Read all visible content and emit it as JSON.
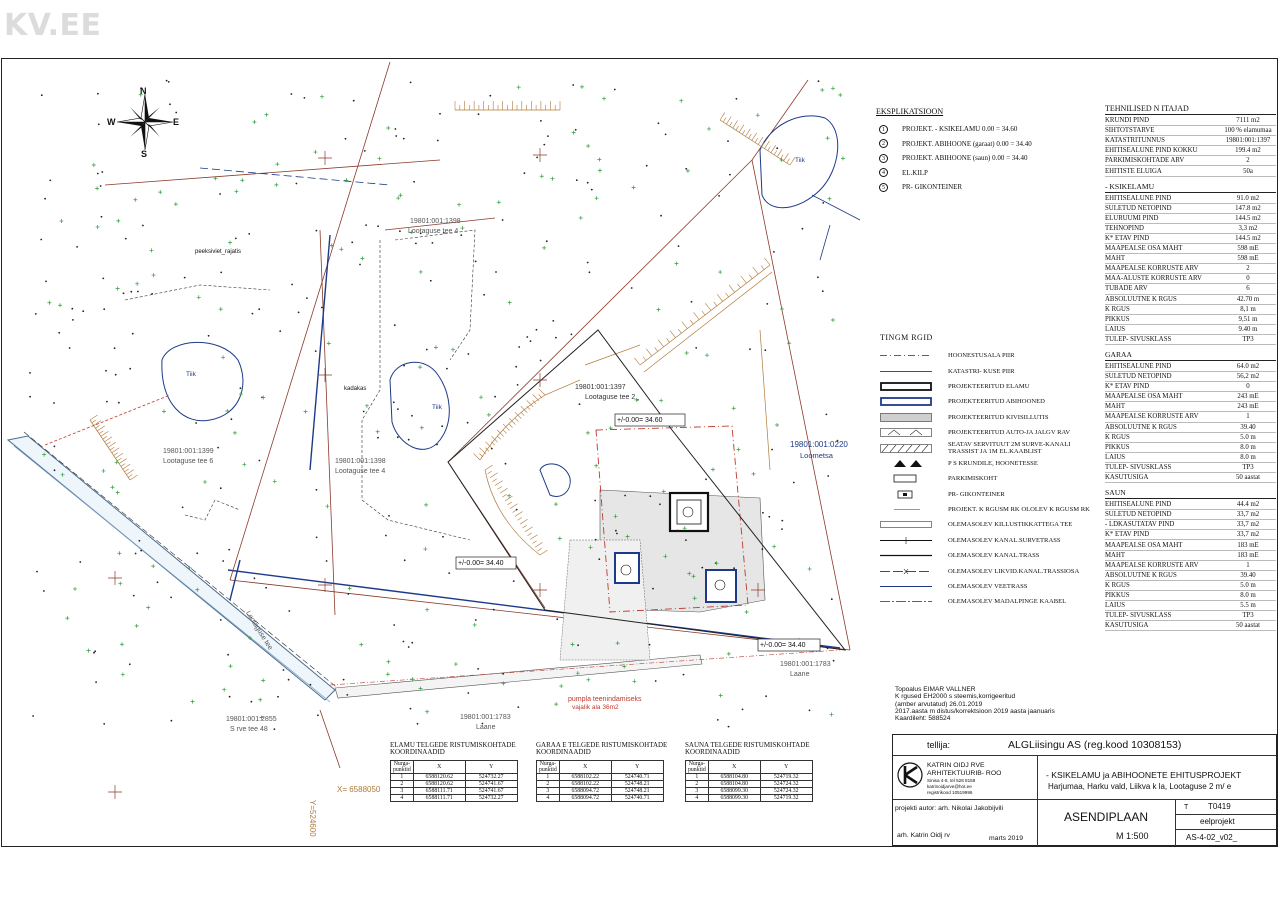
{
  "watermark": "KV.EE",
  "compass": {
    "n": "N",
    "s": "S",
    "e": "E",
    "w": "W"
  },
  "explication": {
    "title": "EKSPLIKATSIOON",
    "items": [
      {
        "num": "1",
        "text": "PROJEKT. - KSIKELAMU  0.00 = 34.60"
      },
      {
        "num": "2",
        "text": "PROJEKT. ABIHOONE (garaat)  0.00 = 34.40"
      },
      {
        "num": "3",
        "text": "PROJEKT. ABIHOONE (saun)  0.00 = 34.40"
      },
      {
        "num": "4",
        "text": "EL.KILP"
      },
      {
        "num": "5",
        "text": "PR- GIKONTEINER"
      }
    ]
  },
  "legend": {
    "title": "TINGM RGID",
    "items": [
      {
        "sym": "dashdot-red",
        "text": "HOONESTUSALA PIIR"
      },
      {
        "sym": "line-red",
        "text": "KATASTRI- KUSE PIIR"
      },
      {
        "sym": "box-black",
        "text": "PROJEKTEERITUD ELAMU"
      },
      {
        "sym": "box-blue",
        "text": "PROJEKTEERITUD ABIHOONED"
      },
      {
        "sym": "hatch",
        "text": "PROJEKTEERITUD KIVISILLUTIS"
      },
      {
        "sym": "road",
        "text": "PROJEKTEERITUD AUTO-JA JALGV RAV"
      },
      {
        "sym": "servitude",
        "text": "SEATAV SERVITUUT 2M SURVE-KANALI TRASSIST JA 1M EL.KAABLIST"
      },
      {
        "sym": "entrance",
        "text": "P S KRUNDILE, HOONETESSE"
      },
      {
        "sym": "parking",
        "text": "PARKIMISKOHT"
      },
      {
        "sym": "container",
        "text": "PR- GIKONTEINER"
      },
      {
        "sym": "level",
        "text": "PROJEKT. K RGUSM RK OLOLEV K RGUSM RK"
      },
      {
        "sym": "gravel",
        "text": "OLEMASOLEV KILLUSTIKKATTEGA TEE"
      },
      {
        "sym": "pressure",
        "text": "OLEMASOLEV KANAL.SURVETRASS"
      },
      {
        "sym": "sewer",
        "text": "OLEMASOLEV KANAL.TRASS"
      },
      {
        "sym": "storm",
        "text": "OLEMASOLEV LIKVID.KANAL.TRASSIOSA"
      },
      {
        "sym": "water",
        "text": "OLEMASOLEV VEETRASS"
      },
      {
        "sym": "cable",
        "text": "OLEMASOLEV MADALPINGE KAABEL"
      }
    ]
  },
  "tech": {
    "title": "TEHNILISED N ITAJAD",
    "general": [
      {
        "k": "KRUNDI PIND",
        "v": "7111 m2"
      },
      {
        "k": "SIHTOTSTARVE",
        "v": "100 % elamumaa"
      },
      {
        "k": "KATASTRITUNNUS",
        "v": "19801:001:1397"
      },
      {
        "k": "EHITISEALUNE PIND KOKKU",
        "v": "199.4 m2"
      },
      {
        "k": "PARKIMISKOHTADE ARV",
        "v": "2"
      },
      {
        "k": "EHITISTE ELUIGA",
        "v": "50a"
      }
    ],
    "house_title": "- KSIKELAMU",
    "house": [
      {
        "k": "EHITISEALUNE PIND",
        "v": "91.0 m2"
      },
      {
        "k": "SULETUD NETOPIND",
        "v": "147.8 m2"
      },
      {
        "k": "ELURUUMI PIND",
        "v": "144.5 m2"
      },
      {
        "k": "TEHNOPIND",
        "v": "3,3 m2"
      },
      {
        "k": "K* ETAV PIND",
        "v": "144.5 m2"
      },
      {
        "k": "MAAPEALSE OSA MAHT",
        "v": "598 mE"
      },
      {
        "k": "MAHT",
        "v": "598 mE"
      },
      {
        "k": "MAAPEALSE KORRUSTE ARV",
        "v": "2"
      },
      {
        "k": "MAA-ALUSTE KORRUSTE ARV",
        "v": "0"
      },
      {
        "k": "TUBADE ARV",
        "v": "6"
      },
      {
        "k": "ABSOLUUTNE K RGUS",
        "v": "42.70 m"
      },
      {
        "k": "K RGUS",
        "v": "8,1 m"
      },
      {
        "k": "PIKKUS",
        "v": "9,51 m"
      },
      {
        "k": "LAIUS",
        "v": "9.40 m"
      },
      {
        "k": "TULEP- SIVUSKLASS",
        "v": "TP3"
      }
    ],
    "garage_title": "GARAA",
    "garage": [
      {
        "k": "EHITISEALUNE PIND",
        "v": "64.0 m2"
      },
      {
        "k": "SULETUD NETOPIND",
        "v": "56,2 m2"
      },
      {
        "k": "K* ETAV PIND",
        "v": "0"
      },
      {
        "k": "MAAPEALSE OSA MAHT",
        "v": "243 mE"
      },
      {
        "k": "MAHT",
        "v": "243 mE"
      },
      {
        "k": "MAAPEALSE KORRUSTE ARV",
        "v": "1"
      },
      {
        "k": "ABSOLUUTNE K RGUS",
        "v": "39.40"
      },
      {
        "k": "K RGUS",
        "v": "5.0 m"
      },
      {
        "k": "PIKKUS",
        "v": "8.0 m"
      },
      {
        "k": "LAIUS",
        "v": "8.0 m"
      },
      {
        "k": "TULEP- SIVUSKLASS",
        "v": "TP3"
      },
      {
        "k": "KASUTUSIGA",
        "v": "50 aastat"
      }
    ],
    "sauna_title": "SAUN",
    "sauna": [
      {
        "k": "EHITISEALUNE PIND",
        "v": "44.4 m2"
      },
      {
        "k": "SULETUD NETOPIND",
        "v": "33,7 m2"
      },
      {
        "k": "- LDKASUTATAV PIND",
        "v": "33,7 m2"
      },
      {
        "k": "K* ETAV PIND",
        "v": "33,7 m2"
      },
      {
        "k": "MAAPEALSE OSA MAHT",
        "v": "183 mE"
      },
      {
        "k": "MAHT",
        "v": "183 mE"
      },
      {
        "k": "MAAPEALSE KORRUSTE ARV",
        "v": "1"
      },
      {
        "k": "ABSOLUUTNE K RGUS",
        "v": "39.40"
      },
      {
        "k": "K RGUS",
        "v": "5.0 m"
      },
      {
        "k": "PIKKUS",
        "v": "8.0 m"
      },
      {
        "k": "LAIUS",
        "v": "5.5 m"
      },
      {
        "k": "TULEP- SIVUSKLASS",
        "v": "TP3"
      },
      {
        "k": "KASUTUSIGA",
        "v": "50 aastat"
      }
    ]
  },
  "coords": [
    {
      "title": "ELAMU TELGEDE RISTUMISKOHTADE KOORDINAADID",
      "head": [
        "Nurga-punktid",
        "X",
        "Y"
      ],
      "rows": [
        [
          "1",
          "6588120.62",
          "524732.27"
        ],
        [
          "2",
          "6588120.62",
          "524741.67"
        ],
        [
          "3",
          "6588111.71",
          "524741.67"
        ],
        [
          "4",
          "6588111.71",
          "524732.27"
        ]
      ]
    },
    {
      "title": "GARAA E TELGEDE RISTUMISKOHTADE KOORDINAADID",
      "head": [
        "Nurga-punktid",
        "X",
        "Y"
      ],
      "rows": [
        [
          "1",
          "6588102.22",
          "524740.71"
        ],
        [
          "2",
          "6588102.22",
          "524748.21"
        ],
        [
          "3",
          "6588094.72",
          "524748.21"
        ],
        [
          "4",
          "6588094.72",
          "524740.71"
        ]
      ]
    },
    {
      "title": "SAUNA TELGEDE RISTUMISKOHTADE KOORDINAADID",
      "head": [
        "Nurga-punktid",
        "X",
        "Y"
      ],
      "rows": [
        [
          "1",
          "6588104.80",
          "524719.32"
        ],
        [
          "2",
          "6588104.80",
          "524724.32"
        ],
        [
          "3",
          "6588099.30",
          "524724.32"
        ],
        [
          "4",
          "6588099.30",
          "524719.32"
        ]
      ]
    }
  ],
  "topo_note": {
    "l1": "Topoalus EIMAR VALLNER",
    "l2": "K rgused EH2000 s steemis,korrigeeritud",
    "l3": "(amber arvutatud) 26.01.2019",
    "l4": "2017.aasta m  distus/korrektsioon 2019 aasta jaanuaris",
    "l5": "Kaardileht: 588524"
  },
  "title_block": {
    "client_label": "tellija:",
    "client": "ALGLiisingu AS (reg.kood 10308153)",
    "company_l1": "KATRIN OIDJ  RVE",
    "company_l2": "ARHITEKTUURIB- ROO",
    "company_l3": "Sinisa 4-8, tel 528 8158",
    "company_l4": "katrinoidjarve@hot.ee",
    "company_l5": "registrikood 10519996",
    "project_l1": "- KSIKELAMU ja ABIHOONETE EHITUSPROJEKT",
    "project_l2": "Harjumaa, Harku vald, Liikva k la, Lootaguse 2 m/ e",
    "author": "projekti autor: arh. Nikolai Jakobijvili",
    "drawn": "arh. Katrin Oidj rv",
    "date": "marts 2019",
    "sheet_title": "ASENDIPLAAN",
    "scale": "M 1:500",
    "work_label": "T  ",
    "work_no": "T0419",
    "stage": "eelprojekt",
    "sheet_no": "AS-4-02_v02_"
  },
  "plan_labels": {
    "parcel_1397": "19801:001:1397",
    "parcel_1397_addr": "Lootaguse tee 2",
    "parcel_1398a": "19801:001:1398",
    "parcel_1398a_addr": "Lootaguse tee 4",
    "parcel_1398b": "19801:001:1398",
    "parcel_1398b_addr": "Lootaguse tee 4",
    "parcel_1399": "19801:001:1399",
    "parcel_1399_addr": "Lootaguse tee 6",
    "parcel_0220": "19801:001:0220",
    "parcel_0220_addr": "Loometsa",
    "parcel_1783a": "19801:001:1783",
    "parcel_1783a_addr": "Laane",
    "parcel_1783b": "19801:001:1783",
    "parcel_1783b_addr": "Laane",
    "parcel_2855": "19801:001:2855",
    "parcel_2855_addr": "S rve tee 48",
    "road": "Lootaguse tee",
    "x_coord": "X= 6588050",
    "y_coord": "Y=524600",
    "level_house": "+/-0.00= 34.60",
    "level_sauna": "+/-0.00= 34.40",
    "level_garage": "+/-0.00= 34.40",
    "pump_note_l1": "pumpla teenindamiseks",
    "pump_note_l2": "vajalik ala 36m2",
    "pond": "Tiik",
    "peeksiviet": "peeksiviet_rajatis",
    "kadakas": "kadakas"
  }
}
